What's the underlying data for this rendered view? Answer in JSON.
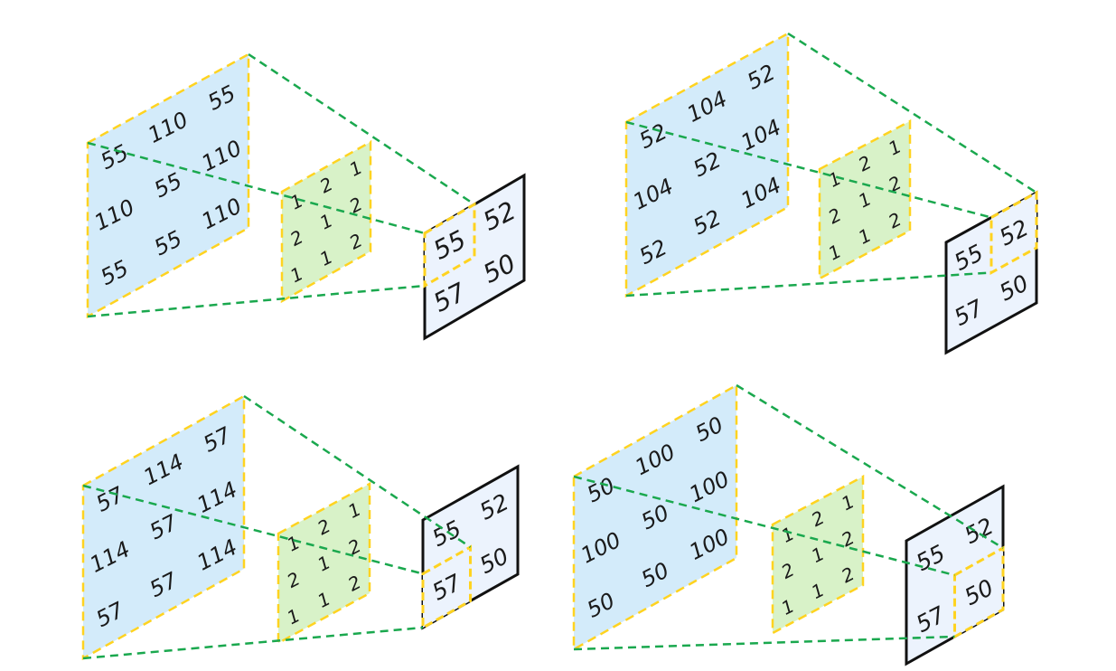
{
  "colors": {
    "input_fill": "#d3ebfa",
    "kernel_fill": "#d8f2c8",
    "output_fill": "#ecf3fd",
    "dashed_border": "#ffd320",
    "projection_line": "#1aa84e",
    "output_border": "#111111",
    "text": "#1a1a1a"
  },
  "panels": [
    {
      "input": [
        [
          "55",
          "110",
          "55"
        ],
        [
          "110",
          "55",
          "110"
        ],
        [
          "55",
          "55",
          "110"
        ]
      ],
      "kernel": [
        [
          "1",
          "2",
          "1"
        ],
        [
          "2",
          "1",
          "2"
        ],
        [
          "1",
          "1",
          "2"
        ]
      ],
      "output": [
        [
          "55",
          "52"
        ],
        [
          "57",
          "50"
        ]
      ],
      "active_output": "top-left"
    },
    {
      "input": [
        [
          "52",
          "104",
          "52"
        ],
        [
          "104",
          "52",
          "104"
        ],
        [
          "52",
          "52",
          "104"
        ]
      ],
      "kernel": [
        [
          "1",
          "2",
          "1"
        ],
        [
          "2",
          "1",
          "2"
        ],
        [
          "1",
          "1",
          "2"
        ]
      ],
      "output": [
        [
          "55",
          "52"
        ],
        [
          "57",
          "50"
        ]
      ],
      "active_output": "top-right"
    },
    {
      "input": [
        [
          "57",
          "114",
          "57"
        ],
        [
          "114",
          "57",
          "114"
        ],
        [
          "57",
          "57",
          "114"
        ]
      ],
      "kernel": [
        [
          "1",
          "2",
          "1"
        ],
        [
          "2",
          "1",
          "2"
        ],
        [
          "1",
          "1",
          "2"
        ]
      ],
      "output": [
        [
          "55",
          "52"
        ],
        [
          "57",
          "50"
        ]
      ],
      "active_output": "bottom-left"
    },
    {
      "input": [
        [
          "50",
          "100",
          "50"
        ],
        [
          "100",
          "50",
          "100"
        ],
        [
          "50",
          "50",
          "100"
        ]
      ],
      "kernel": [
        [
          "1",
          "2",
          "1"
        ],
        [
          "2",
          "1",
          "2"
        ],
        [
          "1",
          "1",
          "2"
        ]
      ],
      "output": [
        [
          "55",
          "52"
        ],
        [
          "57",
          "50"
        ]
      ],
      "active_output": "bottom-right"
    }
  ]
}
